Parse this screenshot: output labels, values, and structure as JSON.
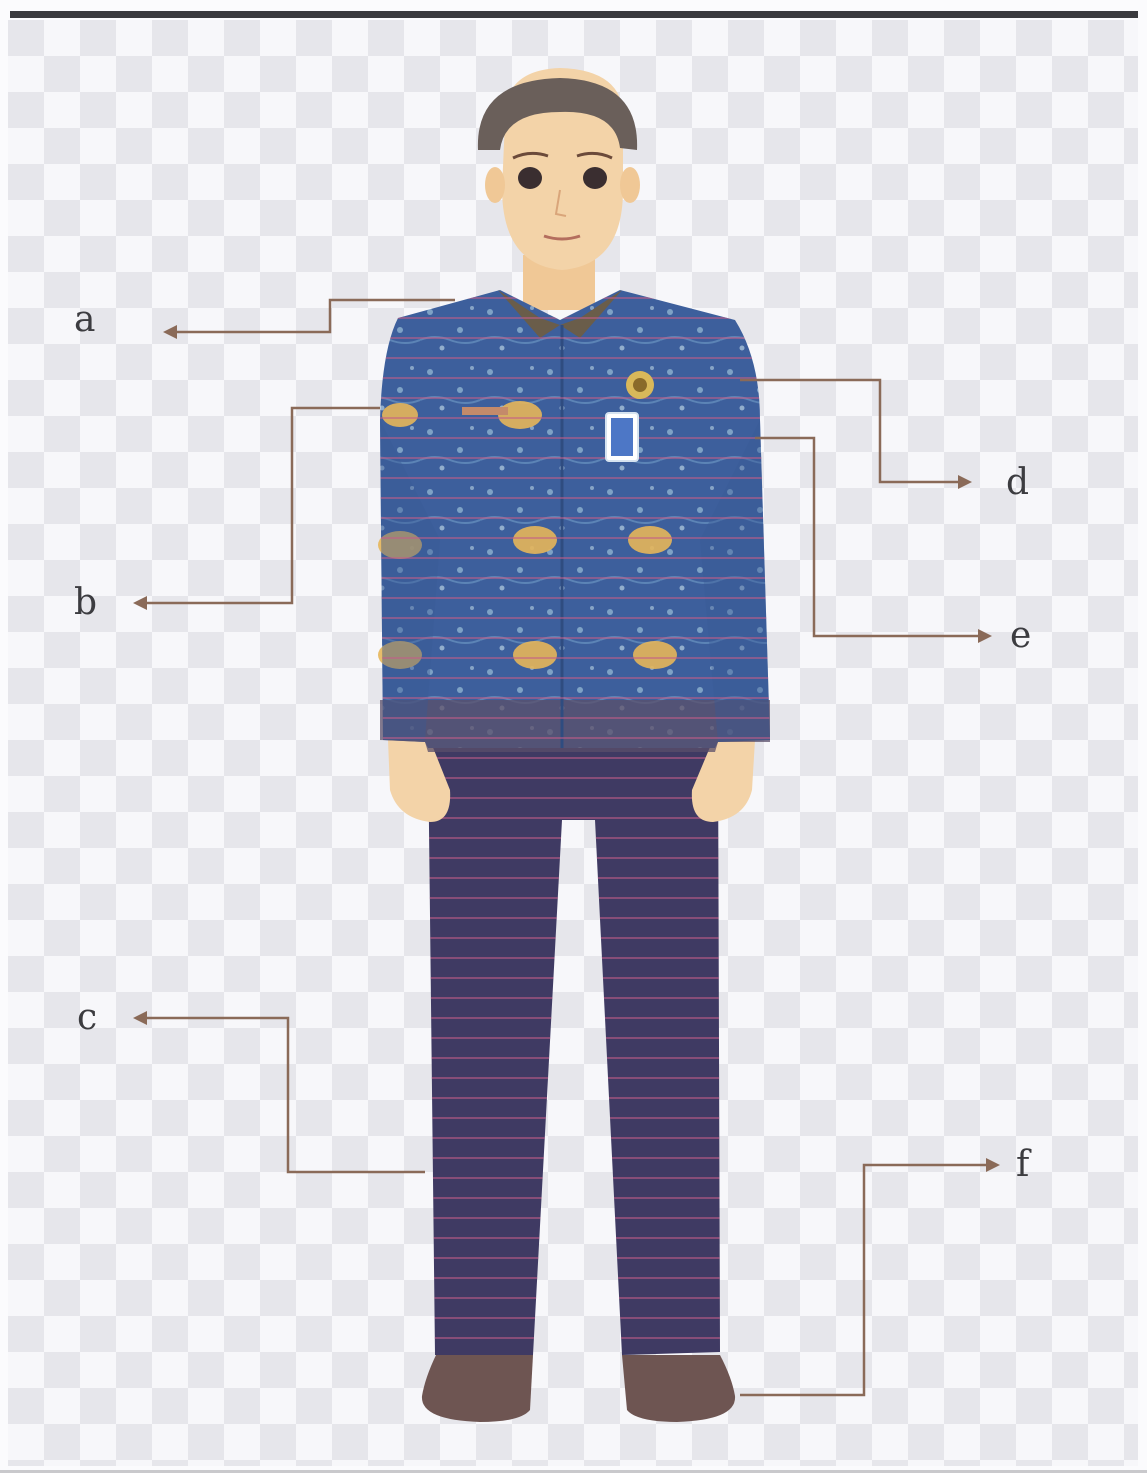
{
  "labels": {
    "a": "a",
    "b": "b",
    "c": "c",
    "d": "d",
    "e": "e",
    "f": "f"
  },
  "colors": {
    "checker_light": "#f7f7fa",
    "checker_dark": "#e6e6eb",
    "leader_line": "#8a6a58",
    "shirt": "#3d5f9c",
    "trousers": "#3f3a63",
    "shoes": "#6e5552",
    "skin": "#f3d3a8",
    "hair": "#6a5f5a"
  },
  "icons": [
    "id-badge-icon",
    "emblem-icon"
  ]
}
